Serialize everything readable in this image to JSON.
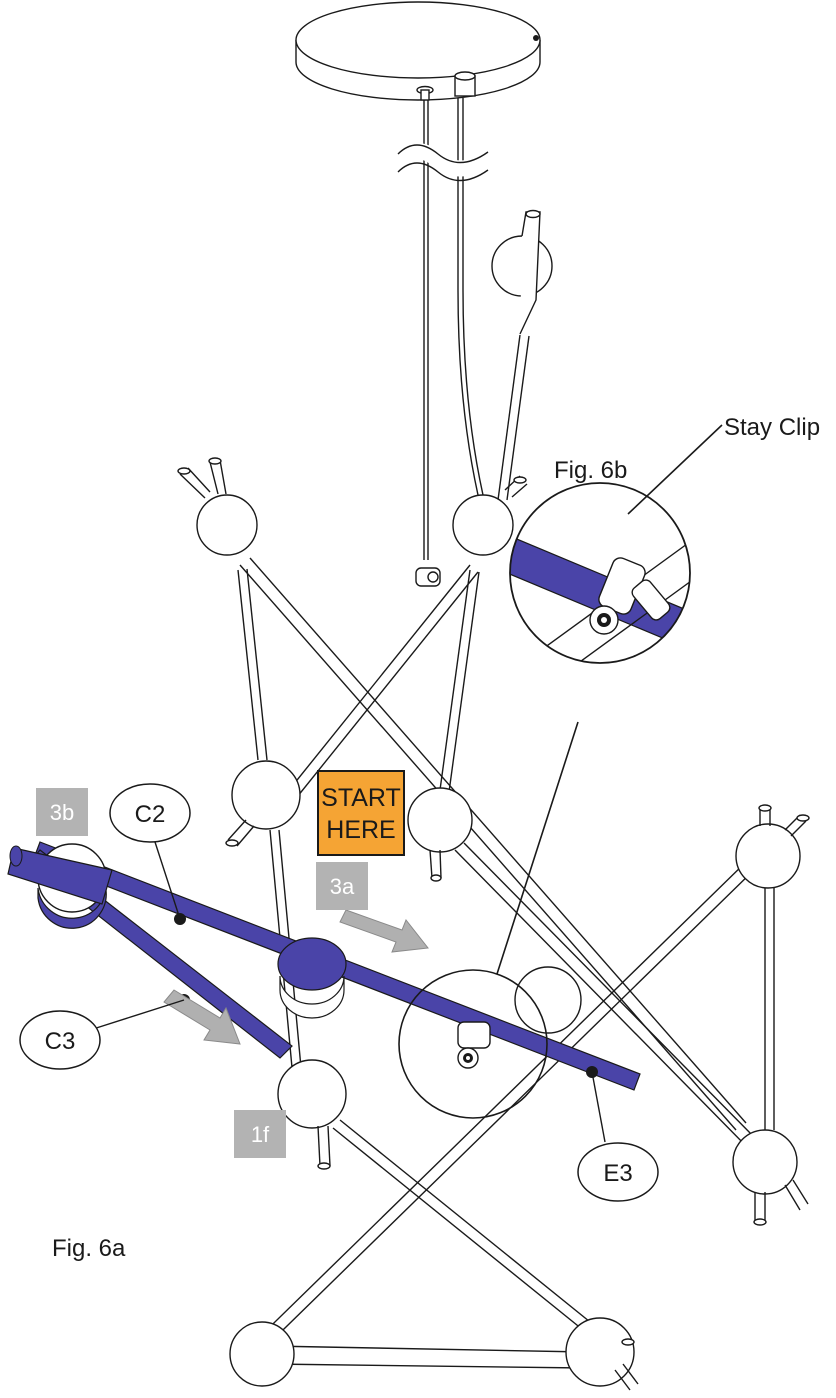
{
  "figure": {
    "main_caption": "Fig. 6a",
    "detail_caption": "Fig. 6b",
    "callouts": {
      "stay_clip": "Stay Clip",
      "start_here_line1": "START",
      "start_here_line2": "HERE"
    },
    "part_labels": {
      "c2": "C2",
      "c3": "C3",
      "e3": "E3"
    },
    "step_tags": {
      "s3b": "3b",
      "s3a": "3a",
      "s1f": "1f"
    },
    "colors": {
      "highlight_rod": "#4a44a8",
      "start_box": "#f5a434",
      "step_tag": "#b3b3b3",
      "arrow": "#b0b0b0",
      "line": "#1a1a1a"
    }
  }
}
